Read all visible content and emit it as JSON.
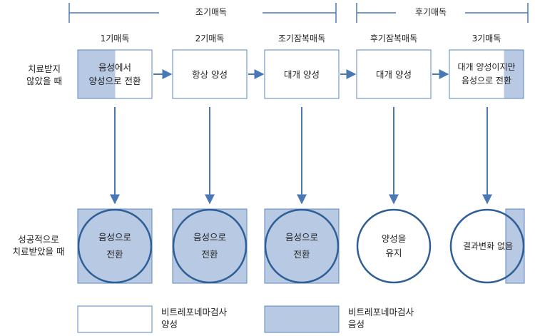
{
  "header": {
    "early_group": "조기매독",
    "late_group": "후기매독"
  },
  "stages": [
    {
      "label": "1기매독"
    },
    {
      "label": "2기매독"
    },
    {
      "label": "조기잠복매독"
    },
    {
      "label": "후기잠복매독"
    },
    {
      "label": "3기매독"
    }
  ],
  "rows": {
    "untreated": "치료받지\n않았을 때",
    "treated": "성공적으로\n치료받았을 때"
  },
  "untreated_boxes": [
    {
      "text": "음성에서\n양성으로 전환"
    },
    {
      "text": "항상 양성"
    },
    {
      "text": "대개 양성"
    },
    {
      "text": "대개 양성"
    },
    {
      "text": "대개 양성이지만\n음성으로 전환"
    }
  ],
  "treated_results": [
    {
      "text": "음성으로\n전환"
    },
    {
      "text": "음성으로\n전환"
    },
    {
      "text": "음성으로\n전환"
    },
    {
      "text": "양성을\n유지"
    },
    {
      "text": "결과변화 없음"
    }
  ],
  "legend": {
    "positive": "비트레포네마검사\n양성",
    "negative": "비트레포네마검사\n음성"
  },
  "colors": {
    "negative_fill": "#b8c9e3",
    "border": "#5b87c0",
    "circle_stroke": "#2f5f96",
    "arrow": "#4a78b4"
  }
}
